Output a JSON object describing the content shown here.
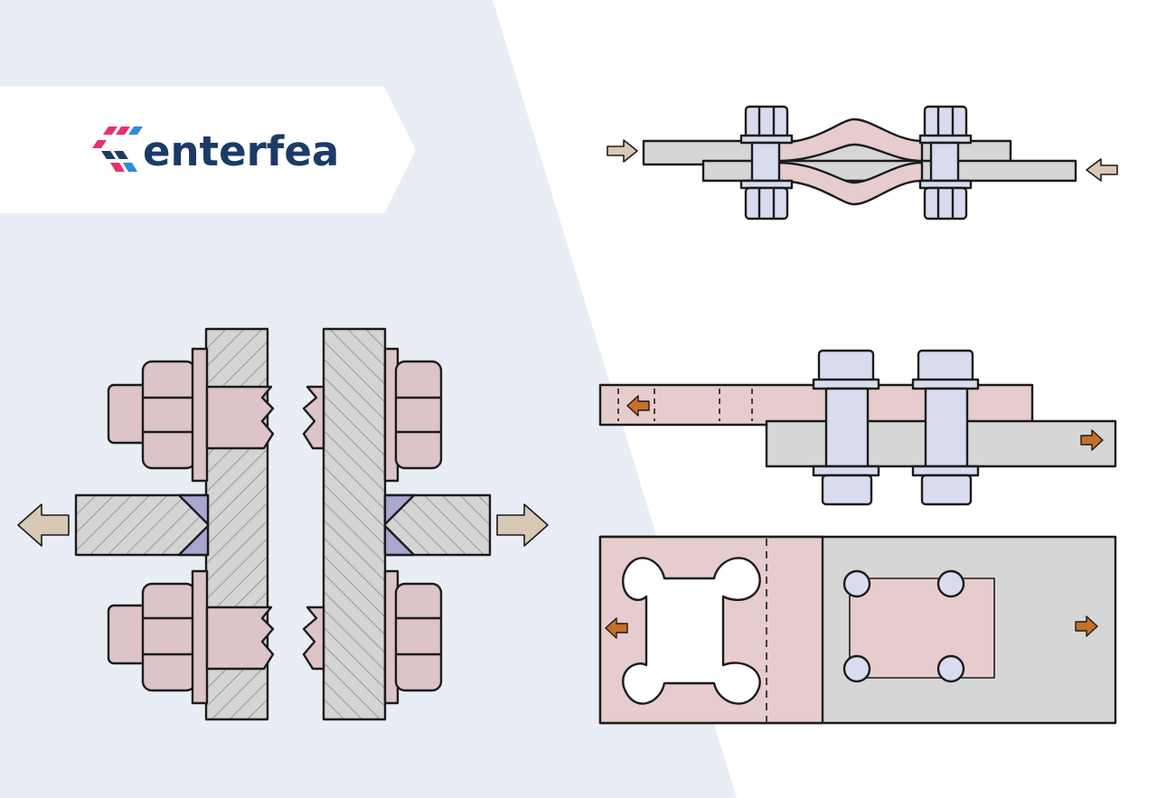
{
  "brand": {
    "name": "enterfea",
    "colors": {
      "mark_pink": "#e4326e",
      "mark_navy": "#1b3a68",
      "mark_blue": "#2f8bd8",
      "text": "#1b3a68"
    }
  },
  "palette": {
    "background_panel": "#e9eef6",
    "plate_gray": "#d6d6d6",
    "bolt_pink": "#dcc4c8",
    "bolt_lavender": "#d9dcef",
    "weld_purple": "#a9a7cf",
    "arrow_beige": "#d8c8b6",
    "arrow_brown": "#c7702a",
    "outline": "#1b1b1b"
  },
  "figures": [
    {
      "name": "tension-bolt-fracture",
      "icon": "bolt-tension-failure"
    },
    {
      "name": "plate-buckling-under-compression",
      "icon": "plate-buckling"
    },
    {
      "name": "bolted-lap-shear-side-view",
      "icon": "bolt-shear"
    },
    {
      "name": "bolted-lap-tearout-plan-view",
      "icon": "plate-tearout"
    }
  ]
}
